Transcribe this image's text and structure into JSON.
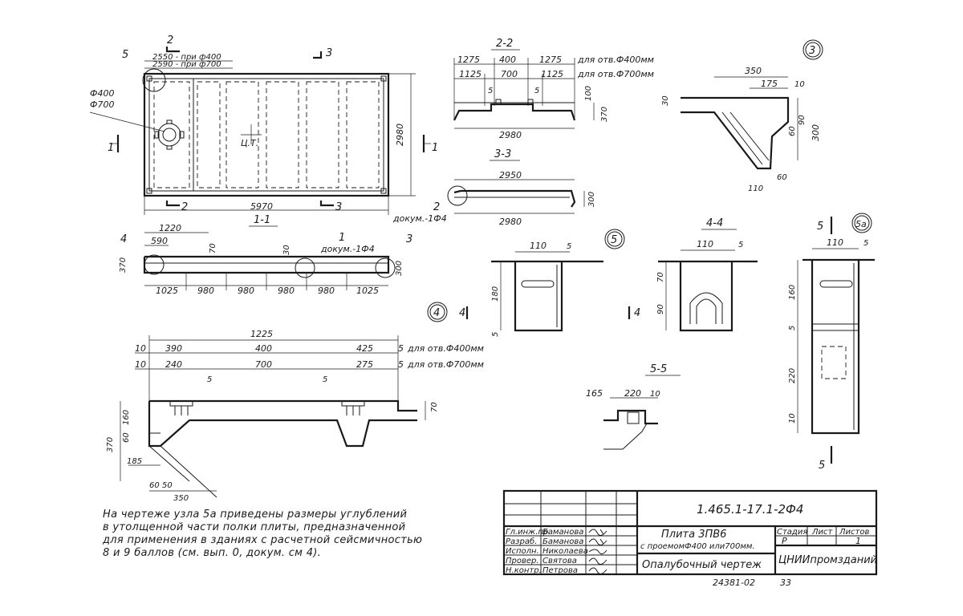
{
  "labels": {
    "sec_2": "2",
    "sec_3": "3",
    "sec_1": "1",
    "sec_2_2": "2-2",
    "sec_3_3": "3-3",
    "sec_1_1": "1-1",
    "sec_4_4": "4-4",
    "sec_5_5": "5-5",
    "node_3": "3",
    "node_4": "4",
    "node_5": "5",
    "node_5a": "5а",
    "leader_5": "5",
    "leader_4": "4",
    "leader_1": "1",
    "leader_3": "3",
    "leader_2": "2",
    "phi400": "Ф400",
    "phi700": "Ф700",
    "ct": "Ц.Т.",
    "dokum": "докум.-1Ф4"
  },
  "dims": {
    "plan": {
      "d2550": "2550 - при ф400",
      "d2590": "2590 - при ф700",
      "d2980": "2980",
      "d5970": "5970"
    },
    "s22": {
      "a1275": "1275",
      "a400": "400",
      "b1275": "1275",
      "rowa": "для отв.Ф400мм",
      "a1125": "1125",
      "a700": "700",
      "b1125": "1125",
      "rowb": "для отв.Ф700мм",
      "f5a": "5",
      "f5b": "5",
      "f100": "100",
      "f370": "370",
      "f2980": "2980"
    },
    "s33": {
      "d2950": "2950",
      "d2980": "2980",
      "d300": "300"
    },
    "n3": {
      "d350": "350",
      "d175": "175",
      "d10": "10",
      "d30": "30",
      "d60": "60",
      "d90": "90",
      "d300": "300",
      "d110": "110",
      "d60b": "60"
    },
    "s11": {
      "d1220": "1220",
      "d590": "590",
      "d70": "70",
      "d30": "30",
      "d370": "370",
      "d300": "300",
      "b1": "1025",
      "b2": "980",
      "b3": "980",
      "b4": "980",
      "b5": "980",
      "b6": "1025"
    },
    "n5": {
      "d110": "110",
      "d5": "5",
      "d180": "180",
      "d5b": "5"
    },
    "s44": {
      "d110": "110",
      "d5": "5",
      "d70": "70",
      "d90": "90"
    },
    "n5a": {
      "d110": "110",
      "d5": "5",
      "d160": "160",
      "d5b": "5",
      "d220": "220",
      "d10": "10"
    },
    "s55": {
      "d165": "165",
      "d220": "220",
      "d10": "10"
    },
    "n4": {
      "d1225": "1225",
      "r1a": "10",
      "r1b": "390",
      "r1c": "400",
      "r1d": "425",
      "r1e": "5",
      "r1txt": "для отв.Ф400мм",
      "r2a": "10",
      "r2b": "240",
      "r2c": "700",
      "r2d": "275",
      "r2e": "5",
      "r2txt": "для отв.Ф700мм",
      "d5a": "5",
      "d5b": "5",
      "d70": "70",
      "d160": "160",
      "d60": "60",
      "d370": "370",
      "d185": "185",
      "d60b": "60",
      "d50": "50",
      "d350": "350"
    }
  },
  "note": [
    "На чертеже  узла 5а  приведены размеры углублений",
    "в утолщенной части полки плиты, предназначенной",
    "для  применения  в  зданиях  с расчетной  сейсмичностью",
    "8 и 9  баллов  (см. вып. 0, докум. см 4)."
  ],
  "title_block": {
    "code": "1.465.1-17.1-2Ф4",
    "roles": [
      "Гл.инж.пр.",
      "Разраб.",
      "Исполн.",
      "Провер.",
      "Н.контр."
    ],
    "names": [
      "Баманова",
      "Баманова",
      "Николаева",
      "Святова",
      "Петрова"
    ],
    "name_title": "Плита 3ПВ6",
    "name_sub": "с проемомФ400 или700мм.",
    "sheet_title": "Опалубочный чертеж",
    "stage_hdr": "Стадия",
    "sheet_hdr": "Лист",
    "sheets_hdr": "Листов",
    "stage": "Р",
    "sheet": "1",
    "org": "ЦНИИпромзданий",
    "inv": "24381-02",
    "page": "33"
  },
  "colors": {
    "ink": "#1a1a1a",
    "paper": "#ffffff"
  }
}
